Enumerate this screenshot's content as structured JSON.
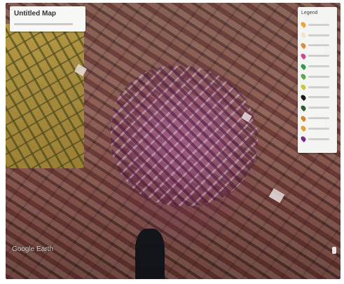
{
  "map": {
    "title": "Untitled Map",
    "watermark": "Google Earth"
  },
  "legend": {
    "title": "Legend",
    "items": [
      {
        "icon": "pin-icon",
        "color": "#e8a53a"
      },
      {
        "icon": "pin-icon",
        "color": "#f0e6c8"
      },
      {
        "icon": "pin-icon",
        "color": "#d98b3a"
      },
      {
        "icon": "pin-icon",
        "color": "#c84a8c"
      },
      {
        "icon": "pin-icon",
        "color": "#2f9a4a"
      },
      {
        "icon": "pin-icon",
        "color": "#5aa84a"
      },
      {
        "icon": "pin-icon",
        "color": "#c8c83a"
      },
      {
        "icon": "pin-icon",
        "color": "#1a1a1a"
      },
      {
        "icon": "pin-icon",
        "color": "#2e5a2e"
      },
      {
        "icon": "pin-icon",
        "color": "#d08a2a"
      },
      {
        "icon": "pin-icon",
        "color": "#e0a030"
      },
      {
        "icon": "pin-icon",
        "color": "#7a2a8a"
      }
    ]
  }
}
